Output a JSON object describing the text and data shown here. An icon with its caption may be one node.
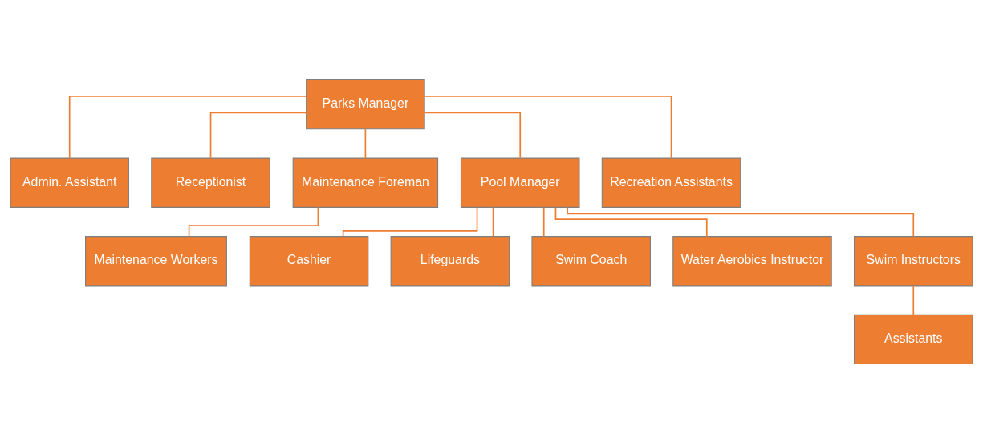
{
  "diagram": {
    "nodes": [
      {
        "text": [
          "Parks Manager"
        ]
      },
      {
        "text": [
          "Admin. Assistant"
        ]
      },
      {
        "text": [
          "Receptionist"
        ]
      },
      {
        "text": [
          "Maintenance Foreman"
        ]
      },
      {
        "text": [
          "Maintenance Workers"
        ]
      },
      {
        "text": [
          "Pool Manager"
        ]
      },
      {
        "text": [
          "Recreation Assistants"
        ]
      },
      {
        "text": [
          "Cashier"
        ]
      },
      {
        "text": [
          "Lifeguards"
        ]
      },
      {
        "text": [
          "Swim Coach"
        ]
      },
      {
        "text": [
          "Water Aerobics Instructor"
        ]
      },
      {
        "text": [
          "Swim Instructors"
        ]
      },
      {
        "text": [
          "Assistants"
        ]
      }
    ],
    "edges": [
      {
        "from": 0,
        "to": 1,
        "arrow": "none"
      },
      {
        "from": 0,
        "to": 2,
        "arrow": "none"
      },
      {
        "from": 0,
        "to": 3,
        "arrow": "none"
      },
      {
        "from": 0,
        "to": 5,
        "arrow": "none"
      },
      {
        "from": 0,
        "to": 6,
        "arrow": "none"
      },
      {
        "from": 3,
        "to": 4,
        "arrow": "none"
      },
      {
        "from": 5,
        "to": 7,
        "arrow": "none"
      },
      {
        "from": 5,
        "to": 8,
        "arrow": "none"
      },
      {
        "from": 5,
        "to": 9,
        "arrow": "none"
      },
      {
        "from": 5,
        "to": 10,
        "arrow": "none"
      },
      {
        "from": 5,
        "to": 11,
        "arrow": "none"
      },
      {
        "from": 11,
        "to": 12,
        "arrow": "none"
      }
    ]
  }
}
